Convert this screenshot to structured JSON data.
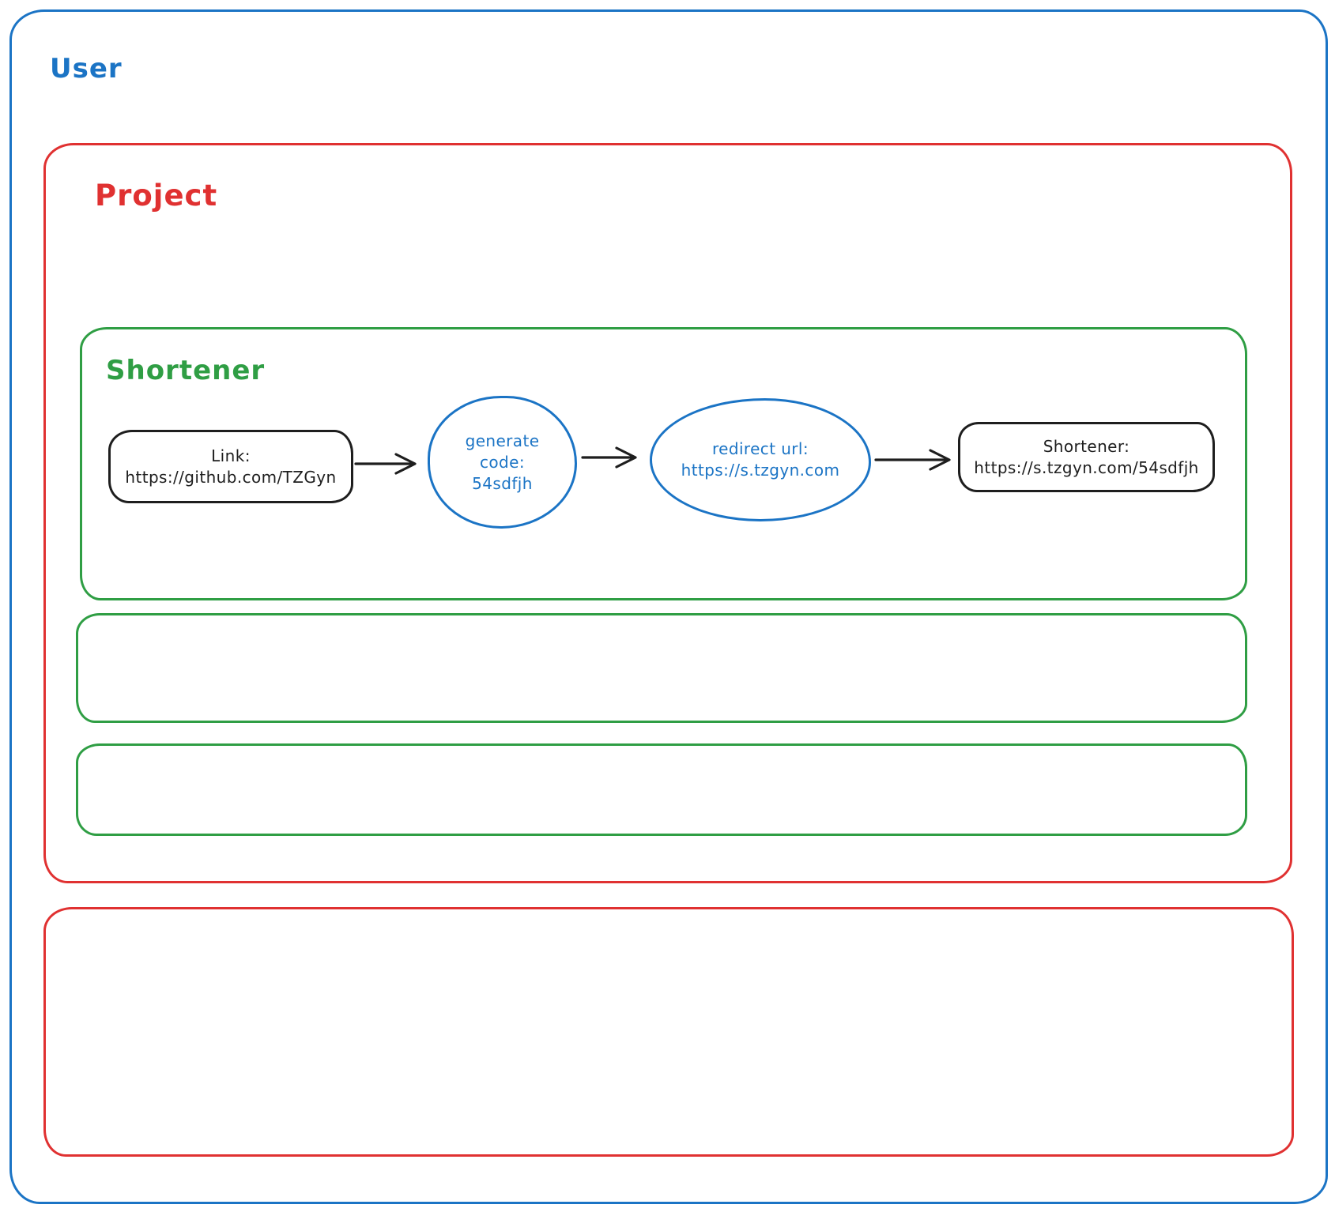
{
  "palette": {
    "blue": "#1b74c5",
    "red": "#e03131",
    "green": "#2f9e44",
    "ink": "#1e1e1e"
  },
  "containers": {
    "user": {
      "label": "User"
    },
    "project": {
      "label": "Project"
    },
    "shortener": {
      "label": "Shortener"
    }
  },
  "flow": {
    "link_node": {
      "lines": [
        "Link:",
        "https://github.com/TZGyn"
      ]
    },
    "generate_code_node": {
      "lines": [
        "generate",
        "code:",
        "54sdfjh"
      ]
    },
    "redirect_url_node": {
      "lines": [
        "redirect url:",
        "https://s.tzgyn.com"
      ]
    },
    "shortener_result_node": {
      "lines": [
        "Shortener:",
        "https://s.tzgyn.com/54sdfjh"
      ]
    }
  }
}
